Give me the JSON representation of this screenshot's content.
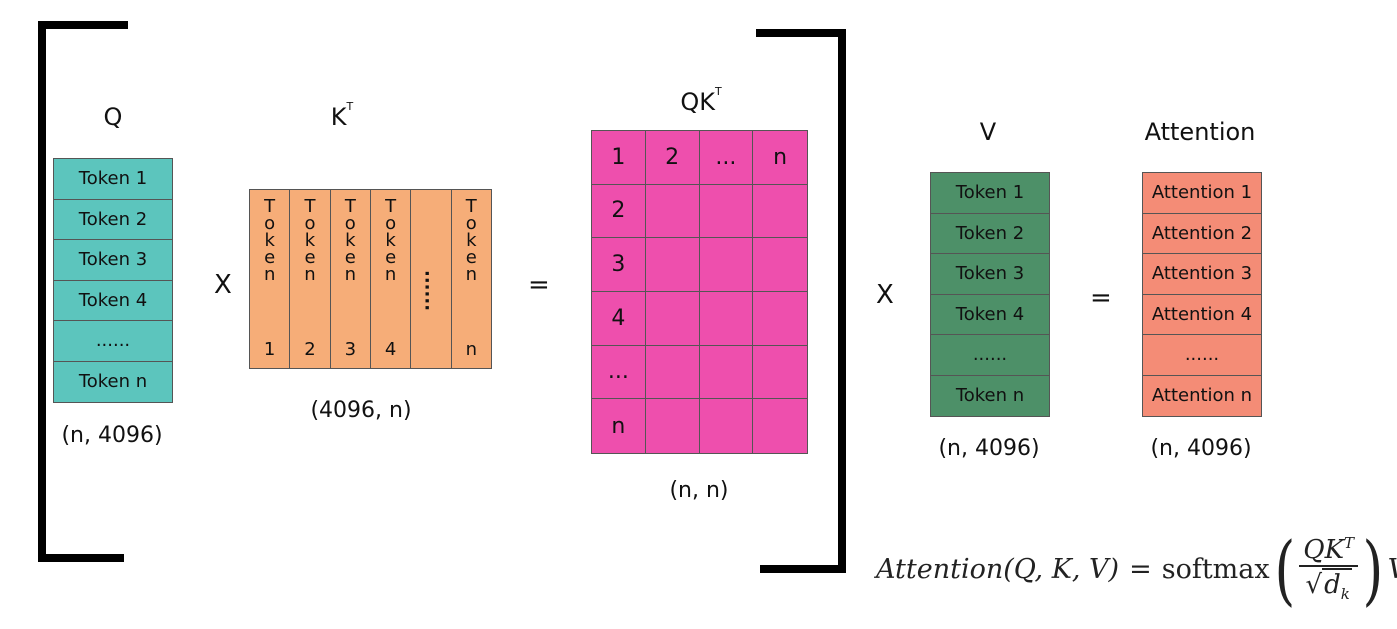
{
  "q": {
    "title": "Q",
    "rows": [
      "Token 1",
      "Token 2",
      "Token 3",
      "Token 4",
      "......",
      "Token n"
    ],
    "dim": "(n, 4096)",
    "color": "#5cc5bd"
  },
  "op_x1": "X",
  "kt": {
    "title_base": "K",
    "title_sup": "T",
    "cols": [
      {
        "word": "Token",
        "num": "1"
      },
      {
        "word": "Token",
        "num": "2"
      },
      {
        "word": "Token",
        "num": "3"
      },
      {
        "word": "Token",
        "num": "4"
      },
      {
        "word": "",
        "num": "",
        "dots": "......"
      },
      {
        "word": "Token",
        "num": "n"
      }
    ],
    "dim": "(4096, n)",
    "color": "#f6ad78"
  },
  "op_eq1": "=",
  "qk": {
    "title_base": "QK",
    "title_sup": "T",
    "header_row": [
      "1",
      "2",
      "...",
      "n"
    ],
    "first_col": [
      "2",
      "3",
      "4",
      "...",
      "n"
    ],
    "dim": "(n, n)",
    "color": "#ee4fad"
  },
  "op_x2": "X",
  "v": {
    "title": "V",
    "rows": [
      "Token 1",
      "Token 2",
      "Token 3",
      "Token 4",
      "......",
      "Token n"
    ],
    "dim": "(n, 4096)",
    "color": "#4d9068"
  },
  "op_eq2": "=",
  "attention": {
    "title": "Attention",
    "rows": [
      "Attention 1",
      "Attention 2",
      "Attention 3",
      "Attention 4",
      "......",
      "Attention n"
    ],
    "dim": "(n, 4096)",
    "color": "#f48c76"
  },
  "formula": {
    "lhs": "Attention(Q, K, V)",
    "eq": "=",
    "fn": "softmax",
    "num": "QK",
    "num_sup": "T",
    "den_base": "d",
    "den_sub": "k",
    "tail": "V"
  }
}
